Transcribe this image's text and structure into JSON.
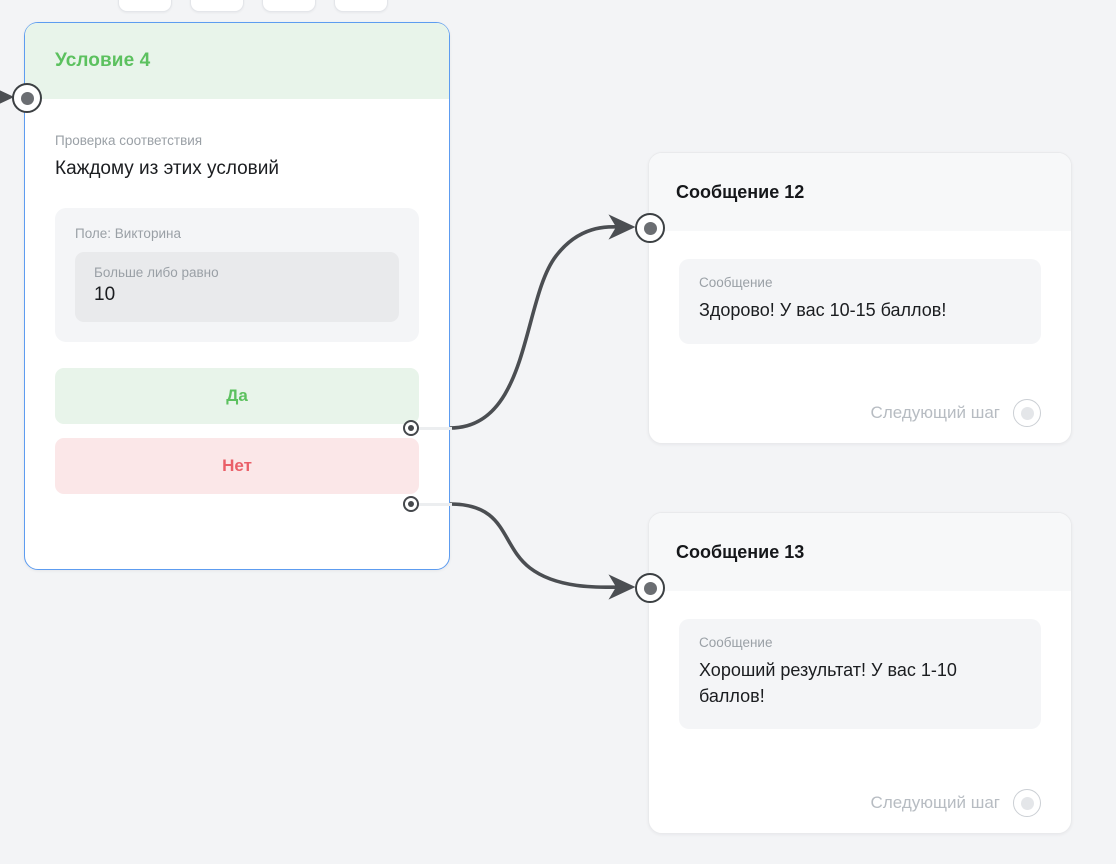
{
  "canvas": {
    "background_color": "#f3f4f6",
    "toolbar_buttons": [
      "",
      "",
      "",
      ""
    ]
  },
  "condition_node": {
    "title": "Условие 4",
    "accent_color": "#5cc15f",
    "border_color": "#5d9cf0",
    "header_background": "#e8f4ea",
    "match_label": "Проверка соответствия",
    "match_value": "Каждому из этих условий",
    "field_label": "Поле: Викторина",
    "operator_label": "Больше либо равно",
    "operator_value": "10",
    "branches": [
      {
        "label": "Да",
        "type": "yes",
        "color": "#5cc15f",
        "background": "#e8f4ea"
      },
      {
        "label": "Нет",
        "type": "no",
        "color": "#ea5f68",
        "background": "#fbe7e8"
      }
    ],
    "input_port": "input-port"
  },
  "message_nodes": [
    {
      "title": "Сообщение 12",
      "bubble_label": "Сообщение",
      "bubble_text": "Здорово! У вас 10-15 баллов!",
      "footer_label": "Следующий шаг"
    },
    {
      "title": "Сообщение 13",
      "bubble_label": "Сообщение",
      "bubble_text": "Хороший результат! У вас 1-10 баллов!",
      "footer_label": "Следующий шаг"
    }
  ],
  "edges": [
    {
      "from": "branch-yes",
      "to": "Сообщение 12",
      "color": "#4b4e52"
    },
    {
      "from": "branch-no",
      "to": "Сообщение 13",
      "color": "#4b4e52"
    },
    {
      "from": "upstream",
      "to": "Условие 4",
      "color": "#4b4e52"
    }
  ]
}
